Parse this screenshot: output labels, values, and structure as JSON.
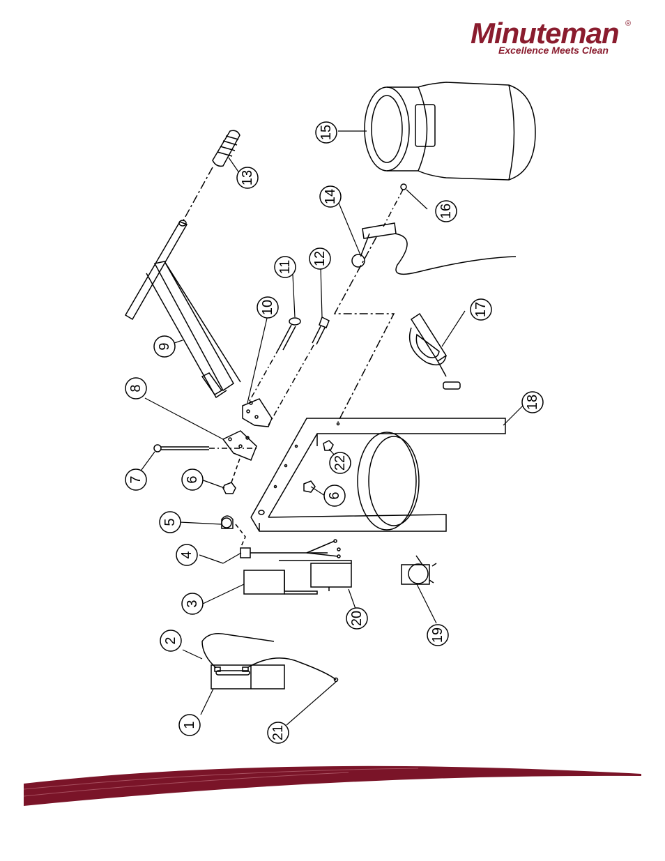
{
  "logo": {
    "brand": "Minuteman",
    "registered": "®",
    "tagline": "Excellence Meets Clean",
    "color": "#8a1c2e"
  },
  "callouts": [
    "1",
    "2",
    "3",
    "4",
    "5",
    "6",
    "6",
    "7",
    "8",
    "9",
    "10",
    "11",
    "12",
    "13",
    "14",
    "15",
    "16",
    "17",
    "18",
    "19",
    "20",
    "21",
    "22"
  ],
  "colors": {
    "line": "#000000",
    "swoosh": "#7a1428"
  }
}
